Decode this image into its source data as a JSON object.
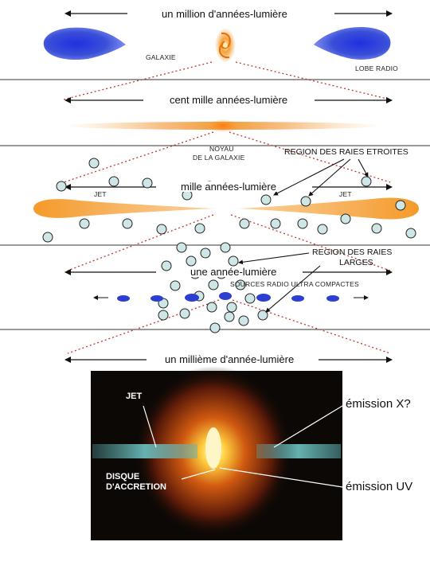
{
  "scales": {
    "million": "un million d'années-lumière",
    "hundred_thousand": "cent mille années-lumière",
    "thousand": "mille années-lumière",
    "one": "une année-lumière",
    "thousandth": "un millième d'année-lumière"
  },
  "labels": {
    "galaxy": "GALAXIE",
    "radio_lobe": "LOBE RADIO",
    "nucleus_line1": "NOYAU",
    "nucleus_line2": "DE LA GALAXIE",
    "narrow_line_region": "REGION DES RAIES ETROITES",
    "jet_left": "JET",
    "jet_right": "JET",
    "broad_line_region_line1": "REGION DES RAIES",
    "broad_line_region_line2": "LARGES",
    "compact_radio_sources": "SOURCES RADIO ULTRA COMPACTES",
    "photo_jet": "JET",
    "accretion_disk_line1": "DISQUE",
    "accretion_disk_line2": "D'ACCRETION",
    "x_ray_emission": "émission X?",
    "uv_emission": "émission UV"
  },
  "colors": {
    "radio_lobe": "#3a4fd8",
    "jet_orange": "#f59a2a",
    "cloud_fill": "#cfe6e6",
    "compact_source": "#2c3fd0",
    "dotted_line": "#c0392b",
    "photo_background": "#0c0806",
    "photo_jet": "#5fb6b6"
  }
}
